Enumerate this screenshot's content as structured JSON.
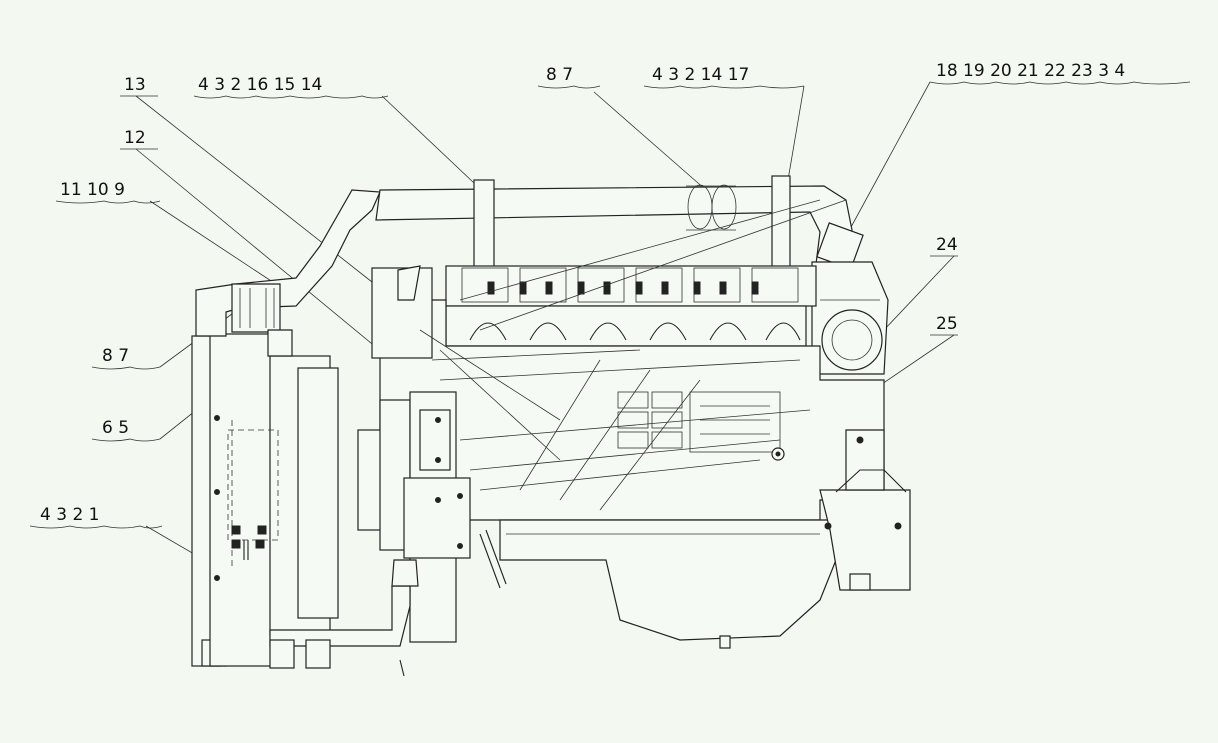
{
  "callouts": [
    {
      "id": "c13",
      "text": "13"
    },
    {
      "id": "c12",
      "text": "12"
    },
    {
      "id": "c11_10_9",
      "text": "11 10 9"
    },
    {
      "id": "c4_3_2_16_15_14",
      "text": "4 3 2 16 15 14"
    },
    {
      "id": "c8_7_top",
      "text": "8 7"
    },
    {
      "id": "c4_3_2_14_17",
      "text": "4 3 2 14 17"
    },
    {
      "id": "c18_to_4",
      "text": "18 19 20 21 22 23 3 4"
    },
    {
      "id": "c24",
      "text": "24"
    },
    {
      "id": "c25",
      "text": "25"
    },
    {
      "id": "c8_7_left",
      "text": "8 7"
    },
    {
      "id": "c6_5",
      "text": "6 5"
    },
    {
      "id": "c4_3_2_1",
      "text": "4 3 2 1"
    }
  ]
}
